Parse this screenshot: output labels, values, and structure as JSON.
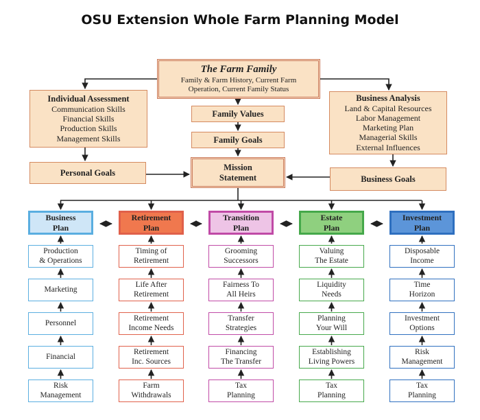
{
  "title": "OSU Extension Whole Farm Planning Model",
  "farm_family": {
    "title": "The Farm Family",
    "lines": [
      "Family & Farm History, Current Farm",
      "Operation, Current Family Status"
    ]
  },
  "individual_assessment": {
    "title": "Individual Assessment",
    "items": [
      "Communication Skills",
      "Financial Skills",
      "Production Skills",
      "Management Skills"
    ]
  },
  "business_analysis": {
    "title": "Business Analysis",
    "items": [
      "Land & Capital Resources",
      "Labor Management",
      "Marketing Plan",
      "Managerial Skills",
      "External Influences"
    ]
  },
  "family_values": "Family Values",
  "family_goals": "Family Goals",
  "mission_statement": [
    "Mission",
    "Statement"
  ],
  "personal_goals": "Personal Goals",
  "business_goals": "Business Goals",
  "plans": [
    {
      "name": [
        "Business",
        "Plan"
      ],
      "color": "#5aaee0",
      "fill": "#cfe6f7",
      "items": [
        [
          "Production",
          "& Operations"
        ],
        [
          "Marketing"
        ],
        [
          "Personnel"
        ],
        [
          "Financial"
        ],
        [
          "Risk",
          "Management"
        ]
      ]
    },
    {
      "name": [
        "Retirement",
        "Plan"
      ],
      "color": "#e0604a",
      "fill": "#f0784e",
      "items": [
        [
          "Timing of",
          "Retirement"
        ],
        [
          "Life After",
          "Retirement"
        ],
        [
          "Retirement",
          "Income Needs"
        ],
        [
          "Retirement",
          "Inc. Sources"
        ],
        [
          "Farm",
          "Withdrawals"
        ]
      ]
    },
    {
      "name": [
        "Transition",
        "Plan"
      ],
      "color": "#c04aa6",
      "fill": "#eec4e6",
      "items": [
        [
          "Grooming",
          "Successors"
        ],
        [
          "Fairness To",
          "All Heirs"
        ],
        [
          "Transfer",
          "Strategies"
        ],
        [
          "Financing",
          "The Transfer"
        ],
        [
          "Tax",
          "Planning"
        ]
      ]
    },
    {
      "name": [
        "Estate",
        "Plan"
      ],
      "color": "#45a84a",
      "fill": "#8fd07f",
      "items": [
        [
          "Valuing",
          "The Estate"
        ],
        [
          "Liquidity",
          "Needs"
        ],
        [
          "Planning",
          "Your Will"
        ],
        [
          "Establishing",
          "Living Powers"
        ],
        [
          "Tax",
          "Planning"
        ]
      ]
    },
    {
      "name": [
        "Investment",
        "Plan"
      ],
      "color": "#2e6fbf",
      "fill": "#5c95d9",
      "items": [
        [
          "Disposable",
          "Income"
        ],
        [
          "Time",
          "Horizon"
        ],
        [
          "Investment",
          "Options"
        ],
        [
          "Risk",
          "Management"
        ],
        [
          "Tax",
          "Planning"
        ]
      ]
    }
  ]
}
